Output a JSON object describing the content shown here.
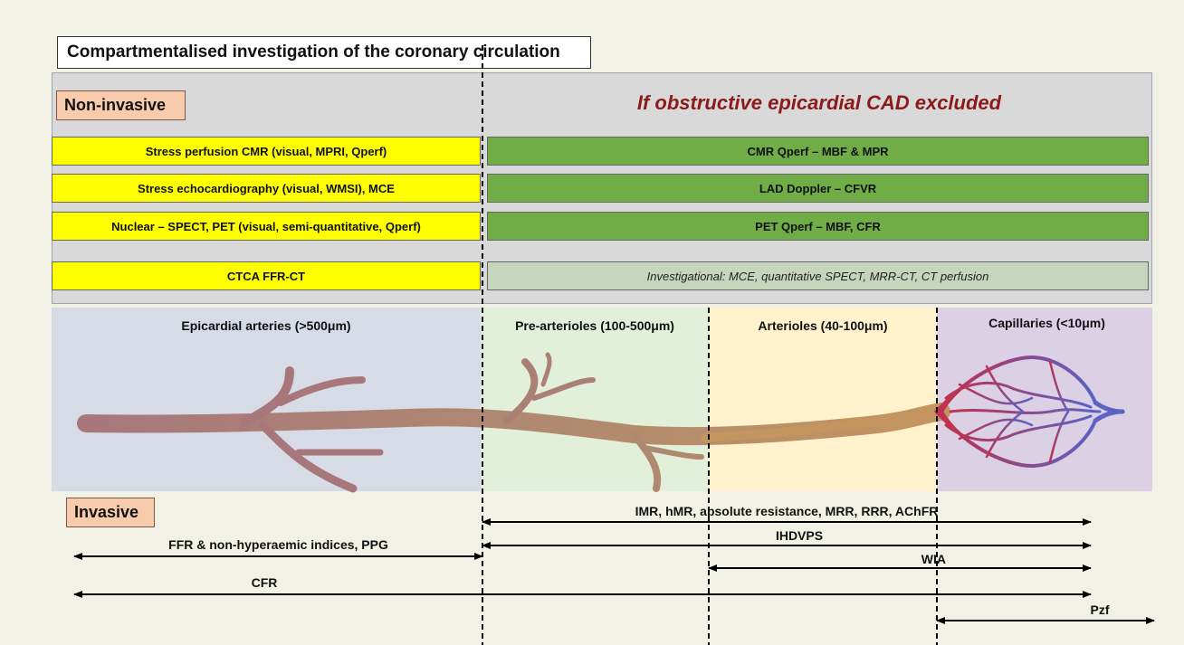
{
  "title": "Compartmentalised investigation of the coronary circulation",
  "non_invasive": {
    "label": "Non-invasive",
    "cad_excluded_text": "If obstructive epicardial CAD excluded",
    "left_rows": [
      "Stress perfusion CMR (visual, MPRI, Qperf)",
      "Stress echocardiography (visual, WMSI), MCE",
      "Nuclear – SPECT, PET (visual, semi-quantitative, Qperf)",
      "CTCA FFR-CT"
    ],
    "right_rows": [
      "CMR Qperf – MBF & MPR",
      "LAD Doppler – CFVR",
      "PET Qperf – MBF, CFR",
      "Investigational: MCE, quantitative SPECT,  MRR-CT,  CT perfusion"
    ]
  },
  "zones": [
    {
      "label": "Epicardial arteries (>500μm)",
      "color": "#d6dbe5"
    },
    {
      "label": "Pre-arterioles (100-500μm)",
      "color": "#e2efd9"
    },
    {
      "label": "Arterioles (40-100μm)",
      "color": "#fff2cc"
    },
    {
      "label": "Capillaries (<10μm)",
      "color": "#dcd0e5"
    }
  ],
  "invasive": {
    "label": "Invasive",
    "measures": [
      {
        "label": "IMR, hMR, absolute resistance, MRR, RRR, AChFR"
      },
      {
        "label": "FFR & non-hyperaemic indices, PPG"
      },
      {
        "label": "IHDVPS"
      },
      {
        "label": "WIA"
      },
      {
        "label": "CFR"
      },
      {
        "label": "Pzf"
      }
    ]
  },
  "colors": {
    "vessel": "#a87a7e",
    "capillary_arterial": "#c0314d",
    "capillary_venous": "#5a62c4"
  }
}
